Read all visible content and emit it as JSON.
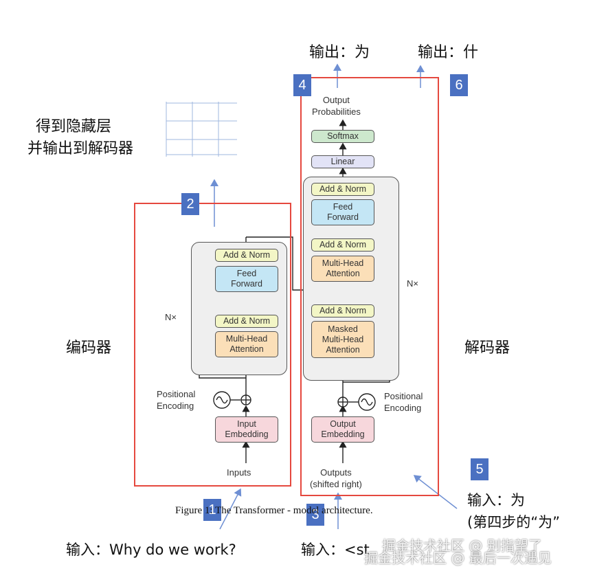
{
  "top": {
    "output_left": "输出：为",
    "output_right": "输出：什"
  },
  "hidden_layer": {
    "line1": "得到隐藏层",
    "line2": "并输出到解码器"
  },
  "side_labels": {
    "encoder": "编码器",
    "decoder": "解码器"
  },
  "badges": {
    "b1": "1",
    "b2": "2",
    "b3": "3",
    "b4": "4",
    "b5": "5",
    "b6": "6"
  },
  "encoder": {
    "add_norm_1": "Add & Norm",
    "feed_forward": "Feed\nForward",
    "add_norm_2": "Add & Norm",
    "attention": "Multi-Head\nAttention",
    "nx": "N×",
    "positional": "Positional\nEncoding",
    "embedding": "Input\nEmbedding",
    "inputs": "Inputs"
  },
  "decoder": {
    "output_probs": "Output\nProbabilities",
    "softmax": "Softmax",
    "linear": "Linear",
    "add_norm_1": "Add & Norm",
    "feed_forward": "Feed\nForward",
    "add_norm_2": "Add & Norm",
    "attention": "Multi-Head\nAttention",
    "add_norm_3": "Add & Norm",
    "masked_attention": "Masked\nMulti-Head\nAttention",
    "nx": "N×",
    "positional": "Positional\nEncoding",
    "embedding": "Output\nEmbedding",
    "outputs": "Outputs\n(shifted right)"
  },
  "caption": "Figure 1: The Transformer - model architecture.",
  "bottom": {
    "input_left": "输入：Why do we work?",
    "input_mid": "输入：<st",
    "input_right_1": "输入：为",
    "input_right_2": "(第四步的“为”",
    "watermark_1": "掘金技术社区 @ 别指望了",
    "watermark_2": "掘金技术社区 @ 最后一次遇见"
  },
  "colors": {
    "red": "#e5483e",
    "badge": "#4a70c1",
    "arrow": "#6e8fd3"
  }
}
